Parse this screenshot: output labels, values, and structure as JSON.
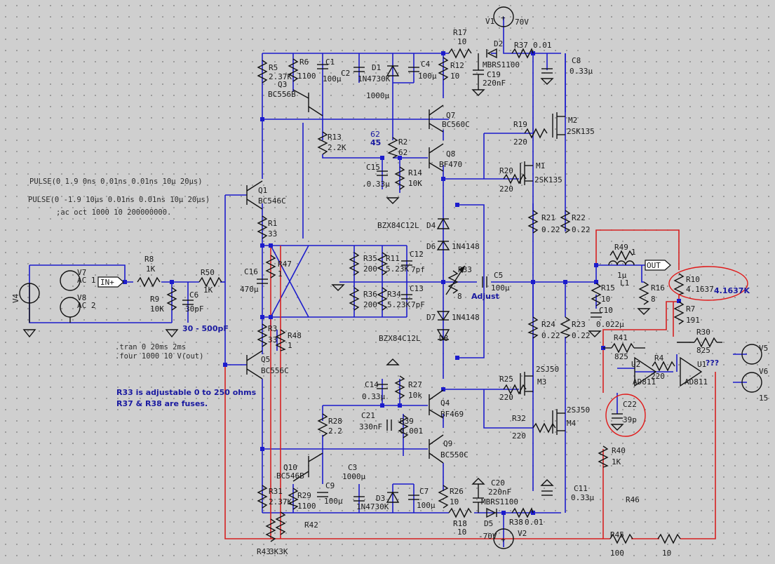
{
  "components": {
    "V1": {
      "name": "V1",
      "value": "70V"
    },
    "V2": {
      "name": "V2",
      "value": "-70V"
    },
    "V4": {
      "name": "V4"
    },
    "V5": {
      "name": "V5"
    },
    "V6": {
      "name": "V6"
    },
    "V7": {
      "name": "V7",
      "value": "AC 1"
    },
    "V8": {
      "name": "V8",
      "value": "AC 2"
    },
    "R5": {
      "name": "R5",
      "value": "2.37K"
    },
    "R6": {
      "name": "R6",
      "value": "1100"
    },
    "R17": {
      "name": "R17",
      "value": "10"
    },
    "R37": {
      "name": "R37",
      "value": "0.01"
    },
    "R12": {
      "name": "R12",
      "value": "10"
    },
    "R13": {
      "name": "R13",
      "value": "2.2K"
    },
    "R2": {
      "name": "R2",
      "value": "62"
    },
    "R14": {
      "name": "R14",
      "value": "10K"
    },
    "R19": {
      "name": "R19",
      "value": "220"
    },
    "R20": {
      "name": "R20",
      "value": "220"
    },
    "R21": {
      "name": "R21",
      "value": "0.22"
    },
    "R22": {
      "name": "R22",
      "value": "0.22"
    },
    "R1": {
      "name": "R1",
      "value": "33"
    },
    "R47": {
      "name": "R47",
      "value": "1"
    },
    "R35": {
      "name": "R35",
      "value": "200"
    },
    "R11": {
      "name": "R11",
      "value": "5.23K"
    },
    "R36": {
      "name": "R36",
      "value": "200"
    },
    "R34": {
      "name": "R34",
      "value": "5.23K"
    },
    "R33": {
      "name": "R33",
      "value": "8"
    },
    "R49": {
      "name": "R49",
      "value": "1"
    },
    "R15": {
      "name": "R15",
      "value": "10"
    },
    "R16": {
      "name": "R16",
      "value": "8"
    },
    "R10": {
      "name": "R10",
      "value": "4.1637K",
      "value_short": "4.1637"
    },
    "R7": {
      "name": "R7",
      "value": "191"
    },
    "R8": {
      "name": "R8",
      "value": "1K"
    },
    "R9": {
      "name": "R9",
      "value": "10K"
    },
    "R50": {
      "name": "R50",
      "value": "1K"
    },
    "R3": {
      "name": "R3",
      "value": "33"
    },
    "R48": {
      "name": "R48",
      "value": "1"
    },
    "R24": {
      "name": "R24",
      "value": "0.22"
    },
    "R23": {
      "name": "R23",
      "value": "0.22"
    },
    "R41": {
      "name": "R41",
      "value": "825"
    },
    "R4": {
      "name": "R4",
      "value": "220"
    },
    "R30": {
      "name": "R30",
      "value": "825"
    },
    "R27": {
      "name": "R27",
      "value": "10k"
    },
    "R25": {
      "name": "R25",
      "value": "220"
    },
    "R28": {
      "name": "R28",
      "value": "2.2"
    },
    "R39": {
      "name": "R39",
      "value": "0.001"
    },
    "R32": {
      "name": "R32",
      "value": "220"
    },
    "R40": {
      "name": "R40",
      "value": "1K"
    },
    "R31": {
      "name": "R31",
      "value": "2.37K"
    },
    "R29": {
      "name": "R29",
      "value": "1100"
    },
    "R26": {
      "name": "R26",
      "value": "10"
    },
    "R18": {
      "name": "R18",
      "value": "10"
    },
    "R38": {
      "name": "R38",
      "value": "0.01"
    },
    "R42": {
      "name": "R42"
    },
    "R43": {
      "name": "R43",
      "value": "3K3K"
    },
    "R45": {
      "name": "R45",
      "value": "100"
    },
    "R46": {
      "name": "R46",
      "value": "10"
    },
    "C1": {
      "name": "C1",
      "value": "100µ"
    },
    "C2": {
      "name": "C2",
      "value": "1000µ"
    },
    "C4": {
      "name": "C4",
      "value": "100µ"
    },
    "C8": {
      "name": "C8",
      "value": "0.33µ"
    },
    "C19": {
      "name": "C19",
      "value": "220nF"
    },
    "C15": {
      "name": "C15",
      "value": ".0.33µ"
    },
    "C12": {
      "name": "C12",
      "value": "7pf"
    },
    "C13": {
      "name": "C13",
      "value": "7pF"
    },
    "C16": {
      "name": "C16",
      "value": "470µ"
    },
    "C5": {
      "name": "C5",
      "value": "100µ"
    },
    "C10": {
      "name": "C10",
      "value": "0.022µ"
    },
    "C6": {
      "name": "C6",
      "value": "30pF"
    },
    "C14": {
      "name": "C14",
      "value": "0.33µ"
    },
    "C21": {
      "name": "C21",
      "value": "330nF"
    },
    "C22": {
      "name": "C22",
      "value": "39p"
    },
    "C3": {
      "name": "C3",
      "value": "1000µ"
    },
    "C9": {
      "name": "C9",
      "value": "100µ"
    },
    "C7": {
      "name": "C7",
      "value": "100µ"
    },
    "C20": {
      "name": "C20",
      "value": "220nF"
    },
    "C11": {
      "name": "C11",
      "value": "0.33µ"
    },
    "L1": {
      "name": "L1",
      "value": "1µ"
    },
    "D1": {
      "name": "D1",
      "value": "1N4730K"
    },
    "D2": {
      "name": "D2",
      "value": "MBRS1100"
    },
    "D3": {
      "name": "D3",
      "value": "1N4730K"
    },
    "D4": {
      "name": "D4",
      "value": "BZX84C12L"
    },
    "D5": {
      "name": "D5",
      "value": "MBRS1100"
    },
    "D6": {
      "name": "D6",
      "value": "1N4148"
    },
    "D7": {
      "name": "D7",
      "value": "1N4148"
    },
    "D8": {
      "name": "D8",
      "value": "BZX84C12L"
    },
    "Q1": {
      "name": "Q1",
      "value": "BC546C"
    },
    "Q3": {
      "name": "Q3",
      "value": "BC556B"
    },
    "Q4": {
      "name": "Q4",
      "value": "BF469"
    },
    "Q5": {
      "name": "Q5",
      "value": "BC556C"
    },
    "Q7": {
      "name": "Q7",
      "value": "BC560C"
    },
    "Q8": {
      "name": "Q8",
      "value": "BF470"
    },
    "Q9": {
      "name": "Q9",
      "value": "BC550C"
    },
    "Q10": {
      "name": "Q10",
      "value": "BC546B"
    },
    "M1": {
      "name": "M1",
      "value": "2SK135"
    },
    "M2": {
      "name": "M2",
      "value": "2SK135"
    },
    "M3": {
      "name": "M3",
      "value": "2SJ50"
    },
    "M4": {
      "name": "M4",
      "value": "2SJ50"
    },
    "U1": {
      "name": "U1",
      "value": "AD811"
    },
    "U2": {
      "name": "U2",
      "value": "AD811"
    }
  },
  "labels": {
    "in_flag": "IN+",
    "out_flag": "OUT",
    "adjust": "Adjust",
    "n62a": "62",
    "n45": "45",
    "cap_range": "30 - 500pF",
    "r10_highlight": "4.1637K",
    "u1_extra": "???",
    "v6_value": "15",
    "note_r33": "R33 is adjustable 0 to 250 ohms",
    "note_fuses": "R37 & R38 are fuses."
  },
  "directives": {
    "pulse1": "PULSE(0 1.9 0ns 0.01ns 0.01ns 10µ 20µs)",
    "pulse2": "PULSE(0 -1.9 10µs 0.01ns 0.01ns 10µ 20µs)",
    "ac": ";ac oct 1000 10 200000000.",
    "tran": ".tran 0 20ms 2ms",
    "four": ".four 1000 10 V(out)"
  }
}
